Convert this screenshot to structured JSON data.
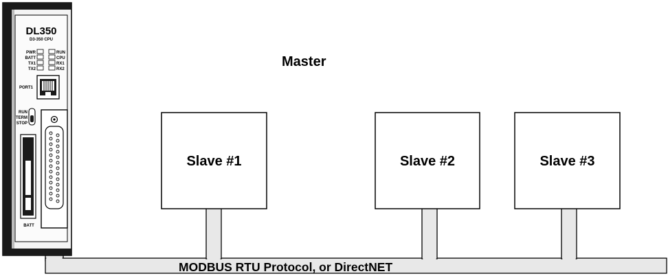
{
  "diagram": {
    "master_label": "Master",
    "bus_label": "MODBUS RTU Protocol, or DirectNET",
    "slaves": [
      "Slave #1",
      "Slave #2",
      "Slave #3"
    ]
  },
  "plc": {
    "model": "DL350",
    "subtitle": "D3-350 CPU",
    "leds_left": [
      "PWR",
      "BATT",
      "TX1",
      "TX2"
    ],
    "leds_right": [
      "RUN",
      "CPU",
      "RX1",
      "RX2"
    ],
    "port_label": "PORT1",
    "switch_labels": [
      "RUN",
      "TERM",
      "STOP"
    ],
    "batt_label": "BATT"
  },
  "colors": {
    "bus_fill": "#e8e8e8",
    "plc_body": "#f4f4f4",
    "plc_dark": "#1a1a1a",
    "line": "#000000"
  }
}
